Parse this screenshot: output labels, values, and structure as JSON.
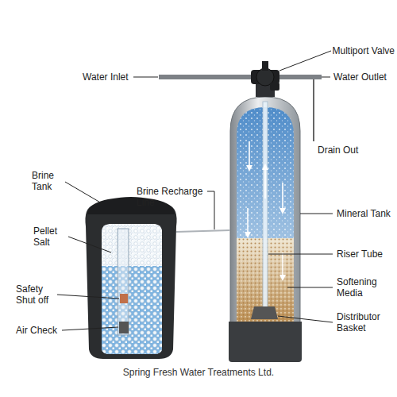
{
  "diagram": {
    "caption": "Spring Fresh Water Treatments Ltd.",
    "labels": [
      "Multiport Valve",
      "Water Inlet",
      "Water Outlet",
      "Drain Out",
      "Brine Tank",
      "Brine Recharge Line",
      "Mineral Tank",
      "Pellet Salt",
      "Riser Tube",
      "Safety Shut off",
      "Softening Media",
      "Air Check",
      "Distributor Basket"
    ]
  }
}
